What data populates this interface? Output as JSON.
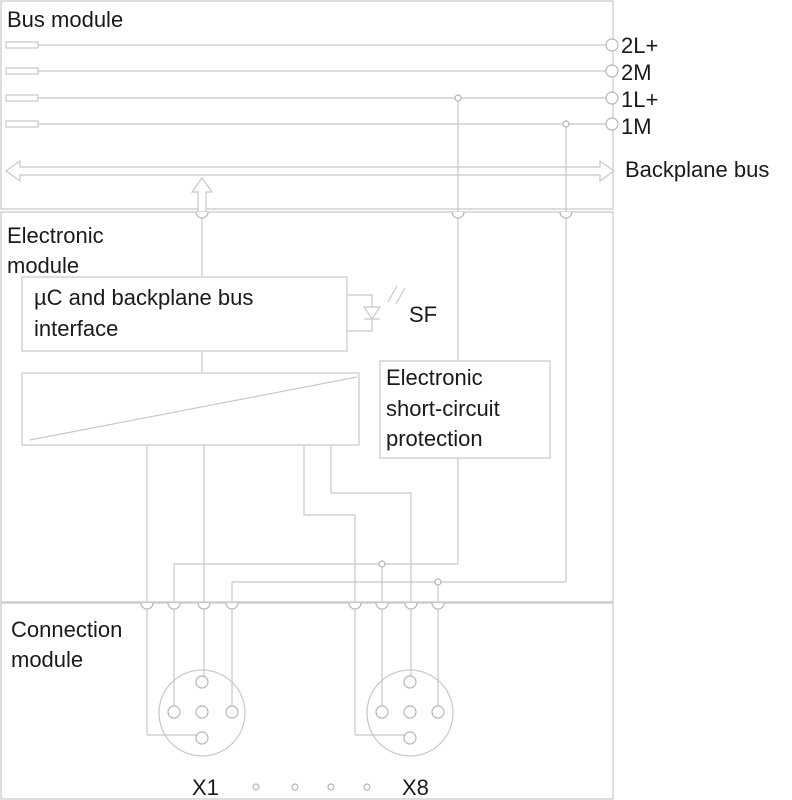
{
  "modules": {
    "bus": [
      "Bus module"
    ],
    "electronic": [
      "Electronic",
      "module"
    ],
    "connection": [
      "Connection",
      "module"
    ]
  },
  "supply_terminals": [
    "2L+",
    "2M",
    "1L+",
    "1M"
  ],
  "backplane_label": "Backplane bus",
  "uc_box": [
    "µC and backplane bus",
    "interface"
  ],
  "status_led": "SF",
  "protection_box": [
    "Electronic",
    "short-circuit",
    "protection"
  ],
  "connectors": {
    "first": "X1",
    "last": "X8"
  }
}
